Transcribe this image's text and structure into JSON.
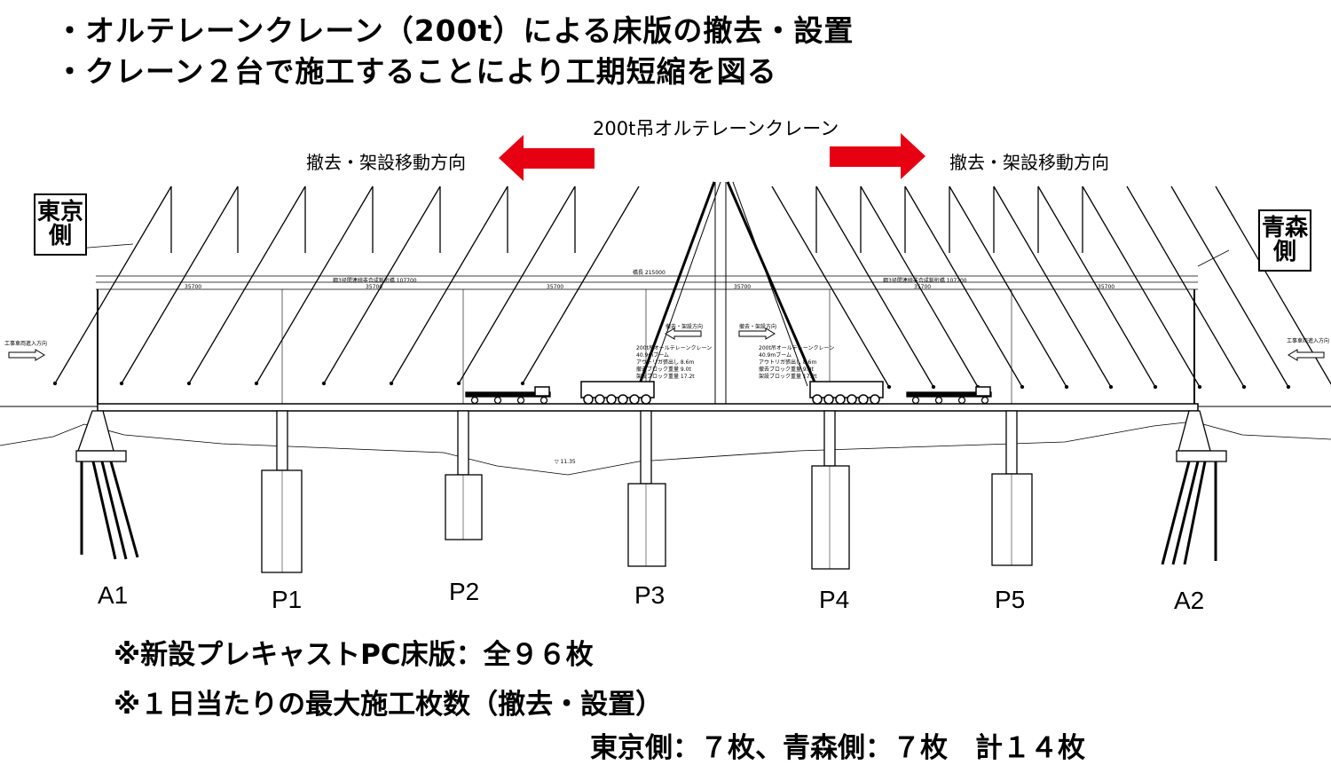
{
  "headings": [
    "・オルテレーンクレーン（200t）による床版の撤去・設置",
    "・クレーン２台で施工することにより工期短縮を図る"
  ],
  "crane_label": "200t吊オルテレーンクレーン",
  "direction_left": "撤去・架設移動方向",
  "direction_right": "撤去・架設移動方向",
  "side_left": "東京側",
  "side_right": "青森側",
  "drawing": {
    "bridge_length": "橋長 215000",
    "span_left": "鋼3径間連続非合成鈑桁橋 107700",
    "span_right": "鋼3径間連続非合成鈑桁橋 107700",
    "span_dim": "35700",
    "vehicle_entry": "工事車両進入方向",
    "small_direction": "撤去・架設方向",
    "crane_specs": [
      "200t吊オールテレーンクレーン",
      "40.9mブーム",
      "アウトリガ張出し 8.6m",
      "撤去ブロック重量 9.0t",
      "架設ブロック重量 17.2t"
    ],
    "water_level": "▽ 11.35"
  },
  "supports": [
    "A1",
    "P1",
    "P2",
    "P3",
    "P4",
    "P5",
    "A2"
  ],
  "notes": [
    "※新設プレキャストPC床版：全９６枚",
    "※１日当たりの最大施工枚数（撤去・設置）",
    "東京側：７枚、青森側：７枚　計１４枚"
  ],
  "colors": {
    "arrow": "#e60012"
  }
}
